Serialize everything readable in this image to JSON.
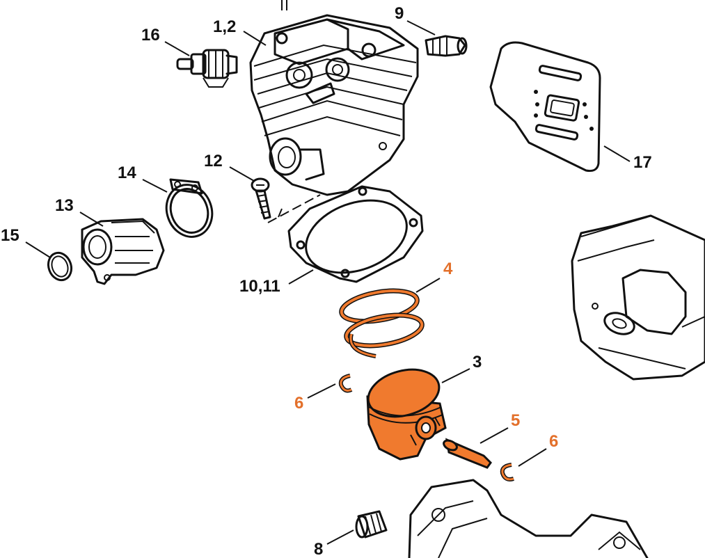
{
  "callouts": {
    "c1_2": "1,2",
    "c3": "3",
    "c4": "4",
    "c5": "5",
    "c6a": "6",
    "c6b": "6",
    "c8": "8",
    "c9": "9",
    "c10_11": "10,11",
    "c12": "12",
    "c13": "13",
    "c14": "14",
    "c15": "15",
    "c16": "16",
    "c17": "17"
  },
  "colors": {
    "highlight": "#f07a2e",
    "highlight_text": "#e3702b",
    "line": "#111111",
    "background": "#ffffff"
  }
}
